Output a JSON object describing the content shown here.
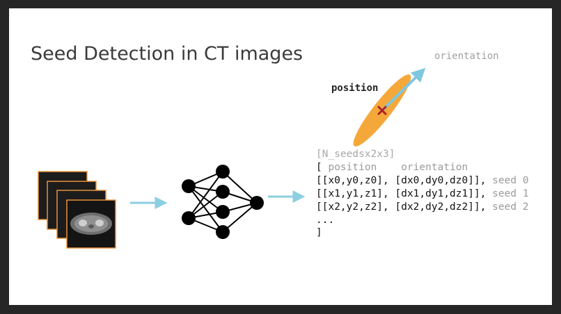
{
  "slide": {
    "title": "Seed Detection in CT images"
  },
  "seed_figure": {
    "orientation_label": "orientation",
    "position_label": "position",
    "ellipse_color": "#f5a83a",
    "arrow_color": "#7fc6e0",
    "marker_color": "#b0202a"
  },
  "output": {
    "shape_label": "[N_seedsx2x3]",
    "header_open": "[",
    "header_position": " position",
    "header_orientation": "orientation",
    "rows": [
      {
        "values": "[[x0,y0,z0], [dx0,dy0,dz0]],",
        "tag": "seed 0"
      },
      {
        "values": "[[x1,y1,z1], [dx1,dy1,dz1]],",
        "tag": "seed 1"
      },
      {
        "values": "[[x2,y2,z2], [dx2,dy2,dz2]],",
        "tag": "seed 2"
      }
    ],
    "ellipsis": "...",
    "close": "]"
  },
  "colors": {
    "flow_arrow": "#8ccfe2",
    "ct_frame_border": "#e8913a",
    "network_node": "#000000"
  }
}
